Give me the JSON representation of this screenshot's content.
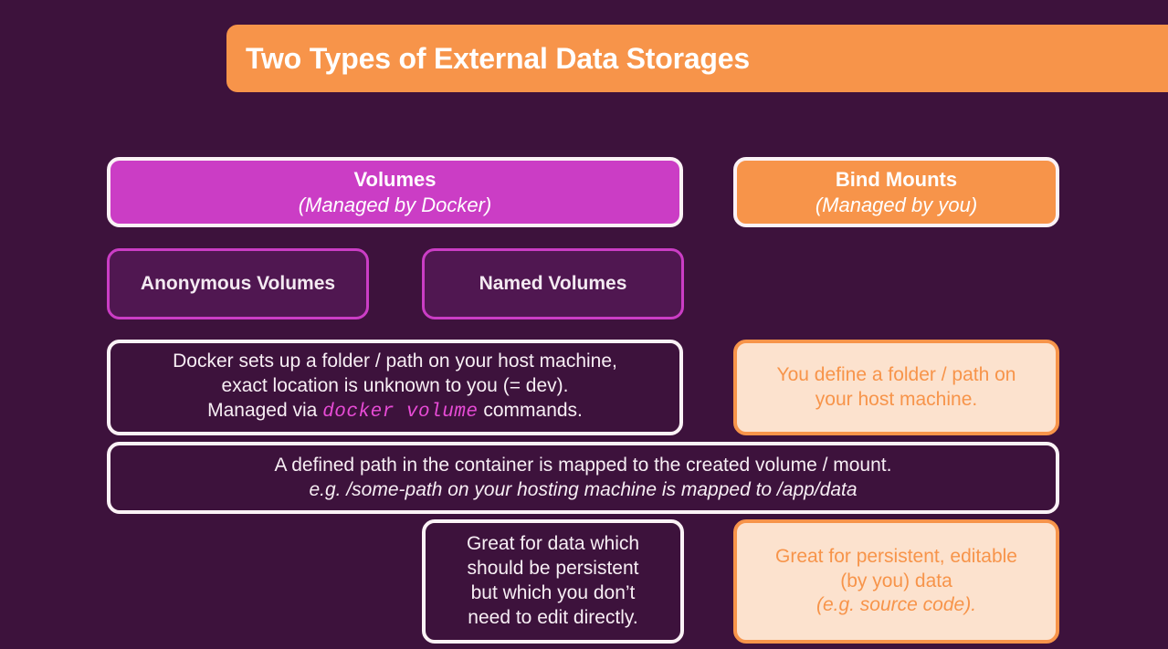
{
  "slide": {
    "background_color": "#3D123C",
    "title": "Two Types of External Data Storages",
    "title_bar_color": "#F7944A"
  },
  "columns": {
    "volumes": {
      "header": {
        "title": "Volumes",
        "subtitle": "(Managed by Docker)",
        "fill_color": "#CB3DC5",
        "border_color": "#FBF2F6"
      },
      "subtypes": [
        {
          "label": "Anonymous Volumes",
          "border_color": "#CB3DC5",
          "fill_color": "#501751"
        },
        {
          "label": "Named Volumes",
          "border_color": "#CB3DC5",
          "fill_color": "#501751"
        }
      ],
      "description": {
        "line1": "Docker sets up a folder / path on your host machine,",
        "line2": "exact location is unknown to you (= dev).",
        "line3_prefix": "Managed via ",
        "line3_code": "docker volume",
        "line3_suffix": " commands.",
        "code_color": "#E84BD6"
      },
      "benefit": {
        "line1": "Great for data which",
        "line2": "should be persistent",
        "line3": "but which you don’t",
        "line4": "need to edit directly."
      }
    },
    "bind_mounts": {
      "header": {
        "title": "Bind Mounts",
        "subtitle": "(Managed by you)",
        "fill_color": "#F7944A",
        "border_color": "#FBF2F6"
      },
      "description": {
        "line1": "You define a folder / path on",
        "line2": "your host machine.",
        "fill_color": "#FCE2CE",
        "border_color": "#F7944A",
        "text_color": "#F7944A"
      },
      "benefit": {
        "line1": "Great for persistent, editable",
        "line2": "(by you) data",
        "line3": "(e.g. source code)."
      }
    }
  },
  "shared": {
    "mapping_note": {
      "line1": "A defined path in the container is mapped to the created volume / mount.",
      "line2": "e.g. /some-path on your hosting machine is mapped to /app/data"
    }
  }
}
